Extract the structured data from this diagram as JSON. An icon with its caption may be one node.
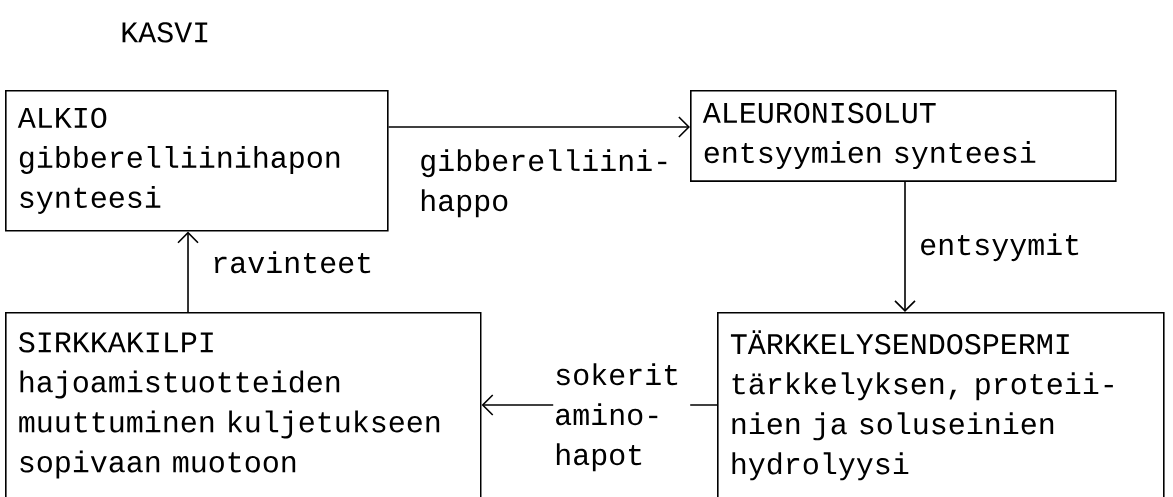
{
  "diagram": {
    "nodes": [
      {
        "text": [
          "ALKIO",
          "gibberelliinihapon synteesi"
        ]
      },
      {
        "text": [
          "ALEURONISOLUT",
          "entsyymien synteesi"
        ]
      },
      {
        "text": [
          "TÄRKKELYSENDOSPERMI",
          "tärkkelyksen, proteii- nien ja soluseinien hydrolyysi"
        ]
      },
      {
        "text": [
          "SIRKKAKILPI",
          "hajoamistuotteiden muuttuminen kuljetukseen sopivaan muotoon"
        ]
      }
    ],
    "edges": [
      {
        "from": 0,
        "to": 1,
        "arrow": "to",
        "label": "gibberelliini- happo"
      },
      {
        "from": 1,
        "to": 2,
        "arrow": "to",
        "label": "entsyymit"
      },
      {
        "from": 2,
        "to": 3,
        "arrow": "to",
        "label": "sokerit amino- hapot"
      },
      {
        "from": 3,
        "to": 0,
        "arrow": "to",
        "label": "ravinteet"
      }
    ],
    "labels": [
      "KASVI"
    ]
  }
}
